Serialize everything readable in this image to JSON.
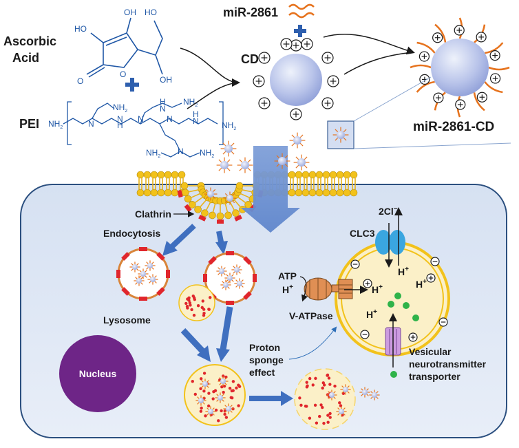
{
  "labels": {
    "ascorbic_line1": "Ascorbic",
    "ascorbic_line2": "Acid",
    "pei": "PEI",
    "mirna": "miR-2861",
    "cd": "CD",
    "product": "miR-2861-CD",
    "clathrin": "Clathrin",
    "endocytosis": "Endocytosis",
    "lysosome": "Lysosome",
    "nucleus": "Nucleus",
    "proton_line1": "Proton",
    "proton_line2": "sponge",
    "proton_line3": "effect",
    "atp": "ATP",
    "vatpase": "V-ATPase",
    "clc3": "CLC3",
    "chloride": "2Cl",
    "chloride_charge": "−",
    "vnt_line1": "Vesicular",
    "vnt_line2": "neurotransmitter",
    "vnt_line3": "transporter",
    "proton": "H",
    "plus": "+"
  },
  "chem": {
    "oh": "OH",
    "ho": "HO",
    "o": "O",
    "nh2": "NH",
    "h": "H",
    "n": "N",
    "sub2": "2"
  },
  "colors": {
    "membrane_head": "#f2c21b",
    "membrane_tail": "#e8b21a",
    "cell_fill": "#dfe8f5",
    "cell_border": "#2b4f7f",
    "arrow_blue": "#4a7cc7",
    "nucleus": "#6e2587",
    "rna": "#e6731e",
    "lysosome_fill": "#fbf0c8",
    "red_dot": "#e0262c",
    "green": "#2fb34a",
    "clc3": "#3aa6e0",
    "vatpase": "#e08f54",
    "vnt": "#cc9be0",
    "chem_blue": "#1f57a6"
  }
}
